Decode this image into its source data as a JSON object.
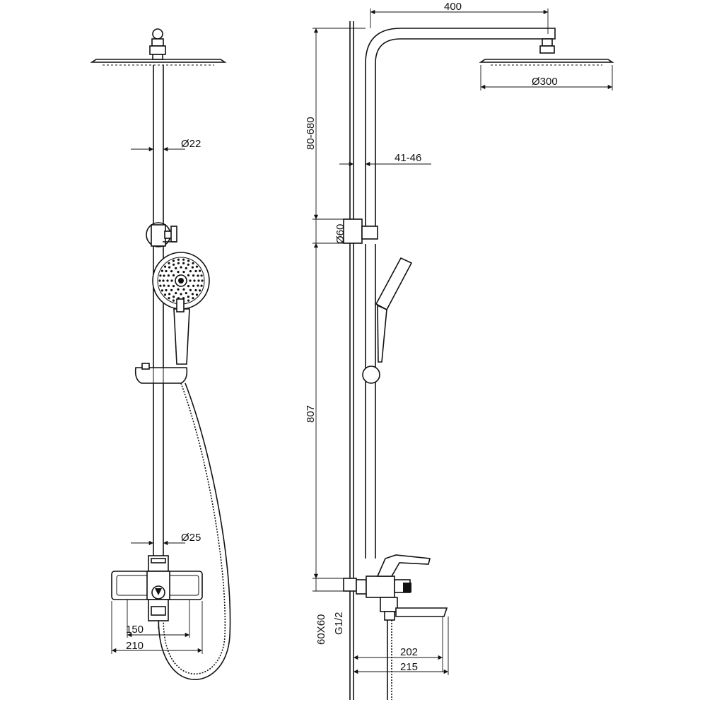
{
  "drawing": {
    "front_view": {
      "rod_diameter_upper": "Ø22",
      "rod_diameter_lower": "Ø25",
      "width_150": "150",
      "width_210": "210"
    },
    "side_view": {
      "arm_length": "400",
      "head_diameter": "Ø300",
      "height_adjust": "80-680",
      "wall_gap": "41-46",
      "bracket_diameter": "Ø60",
      "mixer_height": "807",
      "plate_size": "60X60",
      "inlet_thread": "G1/2",
      "spout_202": "202",
      "spout_215": "215"
    }
  },
  "colors": {
    "line": "#111111",
    "background": "#ffffff"
  }
}
